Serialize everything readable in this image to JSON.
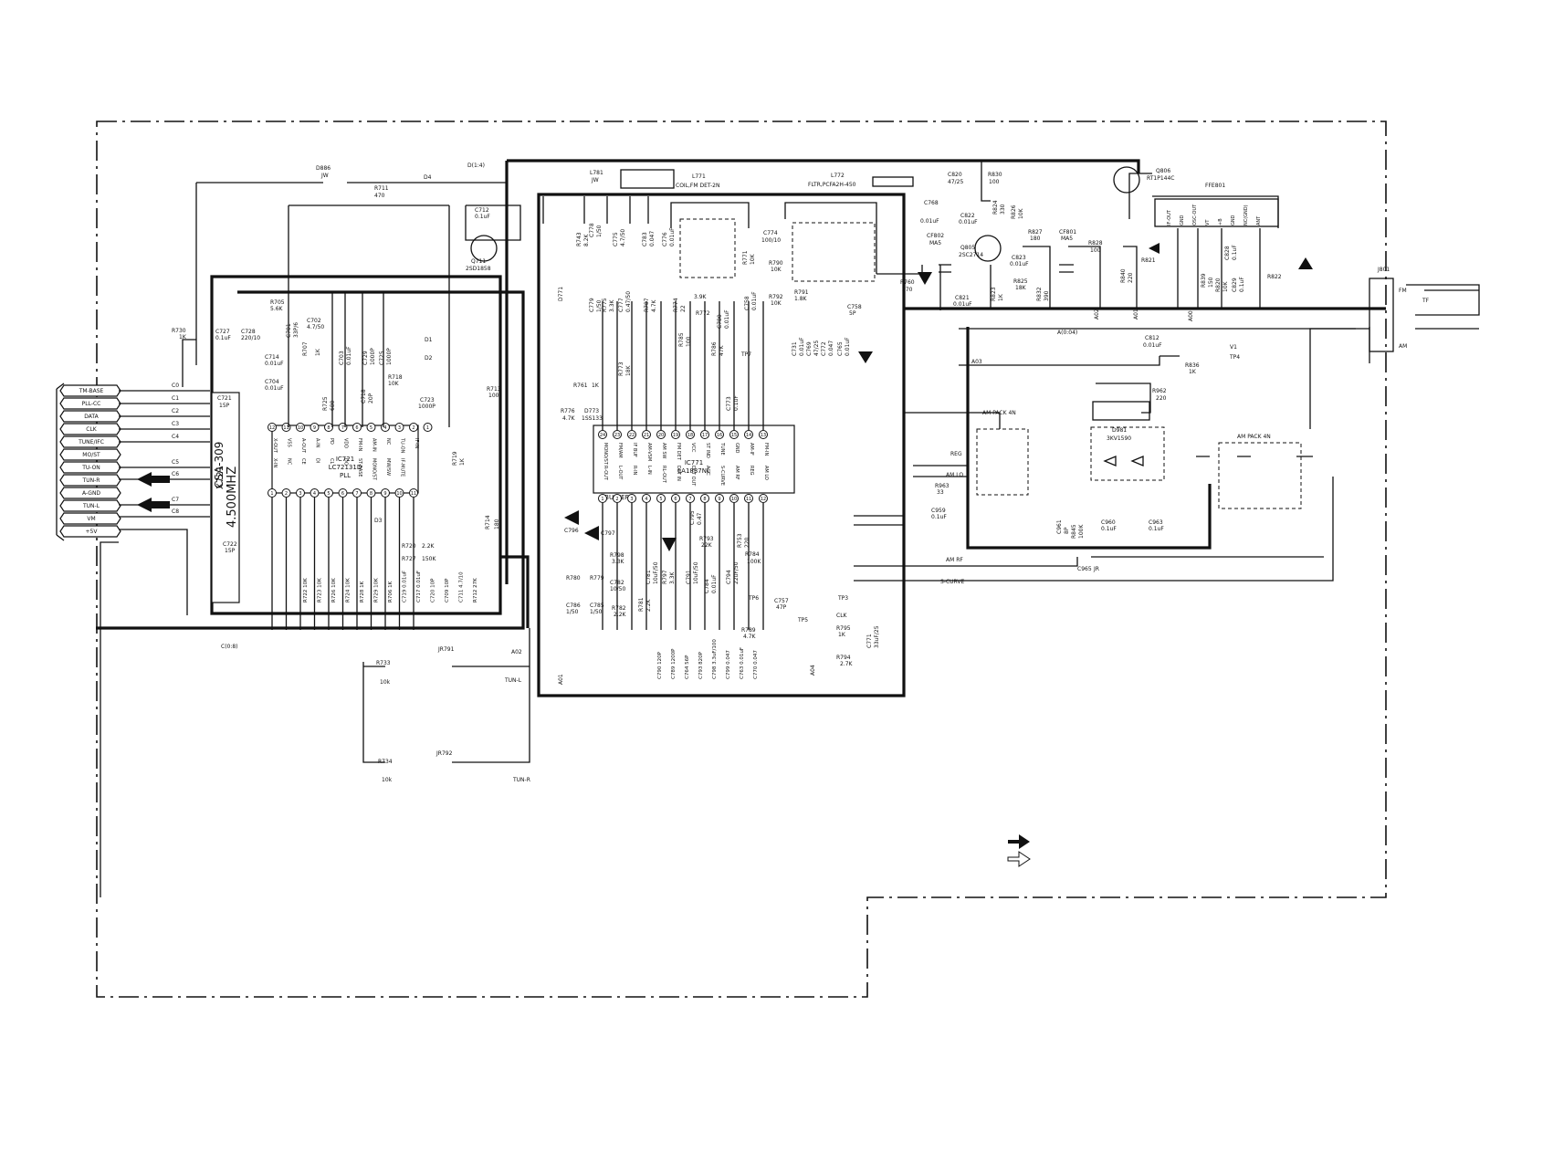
{
  "connector": {
    "pins": [
      "TM-BASE",
      "PLL-CC",
      "DATA",
      "CLK",
      "TUNE/IFC",
      "MO/ST",
      "TU-ON",
      "TUN-R",
      "A-GND",
      "TUN-L",
      "VM",
      "+5V"
    ],
    "nets": [
      "C0",
      "C1",
      "C2",
      "C3",
      "C4",
      "C5",
      "C6",
      "C7",
      "C8"
    ]
  },
  "ic721": {
    "ref": "IC721",
    "part": "LC72131D",
    "func": "PLL",
    "top_pins": [
      "12",
      "11",
      "10",
      "9",
      "8",
      "7",
      "6",
      "5",
      "4",
      "3",
      "2",
      "1"
    ],
    "top_labels": [
      "X-OUT",
      "VSS",
      "A-OUT",
      "A-IN",
      "PD",
      "VDD",
      "FM-IN",
      "AM-IN",
      "NC",
      "TU-ON",
      "IF-IN",
      ""
    ],
    "bottom_pins": [
      "1",
      "2",
      "3",
      "4",
      "5",
      "6",
      "7",
      "8",
      "9",
      "10",
      "11"
    ],
    "bottom_labels": [
      "X-IN",
      "NC",
      "CE",
      "DI",
      "CL",
      "DO",
      "ST-BASE",
      "MONO/ST",
      "MW/SW",
      "IF-MUTE",
      ""
    ]
  },
  "crystal": {
    "ref": "X721",
    "part": "CSA-309",
    "freq": "4.500MHZ"
  },
  "ic771": {
    "ref": "IC771",
    "part": "LA1837NL",
    "top_pins": [
      "24",
      "23",
      "22",
      "21",
      "20",
      "19",
      "18",
      "17",
      "16",
      "15",
      "14",
      "13"
    ],
    "top_labels": [
      "MONO/ST",
      "FM/AM",
      "IF BUF",
      "AM-VSM",
      "AM SW",
      "FM DET",
      "VCC",
      "ST IND",
      "TUNE",
      "GND",
      "AM-IF",
      "FM-IN"
    ],
    "bottom_pins": [
      "1",
      "2",
      "3",
      "4",
      "5",
      "6",
      "7",
      "8",
      "9",
      "10",
      "11",
      "12"
    ],
    "bottom_labels": [
      "R-OUT",
      "L-OUT",
      "R-IN",
      "L-IN",
      "RL-OUT",
      "DET IN",
      "DET OUT",
      "AGC",
      "S-CURVE",
      "AM RF",
      "REG",
      "AM LO"
    ],
    "buffers": "BUFFERS"
  },
  "parts": {
    "d886": "D886",
    "jw": "JW",
    "r711": "R711",
    "r711v": "470",
    "d14": "D(1:4)",
    "d4": "D4",
    "c712": "C712",
    "c712v": "0.1uF",
    "q711": "Q711",
    "q711p": "2SD1858",
    "r705": "R705",
    "r705v": "5.6K",
    "c702": "C702",
    "c702v": "4.7/50",
    "c701": "C701",
    "c701v": "33P/6",
    "r707": "R707",
    "r707v": "1K",
    "r730": "R730",
    "r730v": "1K",
    "c727": "C727",
    "c727v": "0.1uF",
    "c728": "C728",
    "c728v": "220/10",
    "c714": "C714",
    "c714v": "0.01uF",
    "c704": "C704",
    "c704v": "0.01uF",
    "c721": "C721",
    "c721v": "15P",
    "c722": "C722",
    "c722v": "15P",
    "r725": "R725",
    "r725v": "680",
    "c703": "C703",
    "c703v": "0.01uF",
    "c729": "C729",
    "c729v": "1000P",
    "c725": "C725",
    "c725v": "1000P",
    "c718": "C718",
    "c718v": "20P",
    "r718": "R718",
    "r718v": "10K",
    "c723": "C723",
    "c723v": "1000P",
    "r713": "R713",
    "r713v": "100",
    "r719": "R719",
    "r719v": "1K",
    "d1": "D1",
    "d2": "D2",
    "d3": "D3",
    "r714": "R714",
    "r714v": "180",
    "r720": "R720",
    "r720v": "2.2K",
    "r727": "R727",
    "r727v": "150K",
    "bottom_caps": [
      "R722 10K",
      "R723 10K",
      "R726 10K",
      "R724 10K",
      "R728 1K",
      "R729 10K",
      "R706 1K",
      "C719 0.01uF",
      "C717 0.01uF",
      "C720 10P",
      "C709 10P",
      "C711 4.7/10",
      "R712 27K"
    ],
    "c0_8": "C(0:8)",
    "a02": "A02",
    "tunl": "TUN-L",
    "tunr": "TUN-R",
    "r733": "R733",
    "r733v": "10k",
    "jr791": "JR791",
    "r734": "R734",
    "r734v": "10k",
    "jr792": "JR792",
    "l781": "L781",
    "l781v": "JW",
    "l771": "L771",
    "l771v": "COIL,FM DET-2N",
    "l772": "L772",
    "l772v": "FLTR,PCFA2H-450",
    "c768": "C768",
    "c768v": "0.01uF",
    "c820": "C820",
    "c820v": "47/25",
    "r830": "R830",
    "r830v": "100",
    "q806": "Q806",
    "q806p": "RT1P144C",
    "ffe801": "FFE801",
    "ffe_pins": [
      "IF-OUT",
      "GND",
      "OSC-OUT",
      "VT",
      "+B",
      "GND",
      "NC(GND)",
      "ANT"
    ],
    "r743": "R743",
    "r743v": "8.2K",
    "c778": "C778",
    "c778v": "1/50",
    "c775": "C775",
    "c775v": "4.7/50",
    "c783": "C783",
    "c783v": "0.047",
    "c776": "C776",
    "c776v": "0.01uF",
    "c774": "C774",
    "c774v": "100/10",
    "r771": "R771",
    "r771v": "10K",
    "r790": "R790",
    "r790v": "10K",
    "r791": "R791",
    "r791v": "1.8K",
    "r792": "R792",
    "r792v": "10K",
    "c779": "C779",
    "c779v": "1/50",
    "r775": "R775",
    "r775v": "3.3K",
    "c777": "C777",
    "c777v": "0.47/50",
    "r787": "R787",
    "r787v": "4.7K",
    "r774": "R774",
    "r774v": "22",
    "r772": "R772",
    "r772v": "3.9K",
    "c780": "C780",
    "c780v": "0.01uF",
    "c758": "C758",
    "c758v": "0.01uF",
    "c758b": "C758",
    "c758bv": "5P",
    "d771": "D771",
    "r773": "R773",
    "r773v": "18K",
    "r785": "R785",
    "r785v": "100",
    "r786": "R786",
    "r786v": "47K",
    "tp7": "TP7",
    "r761": "R761",
    "r761v": "1K",
    "r776": "R776",
    "r776v": "4.7K",
    "d773": "D773",
    "d773p": "1SS133",
    "c731": "C731",
    "c731v": "0.01uF",
    "c769": "C769",
    "c769v": "47/25",
    "c772": "C772",
    "c772v": "0.047",
    "c765": "C765",
    "c765v": "0.01uF",
    "c773": "C773",
    "c773v": "0.1uF",
    "c796": "C796",
    "c797": "C797",
    "r798": "R798",
    "r798v": "3.3K",
    "r780": "R780",
    "r779": "R779",
    "c782": "C782",
    "c782v": "10/50",
    "c786": "C786",
    "c786v": "1/50",
    "c785": "C785",
    "c785v": "1/50",
    "r782": "R782",
    "r782v": "2.2K",
    "r781": "R781",
    "r781v": "2.2K",
    "c781": "C781",
    "c781v": "10uF/50",
    "r797": "R797",
    "r797v": "3.3K",
    "r793": "R793",
    "r793v": "22K",
    "c791": "C791",
    "c791v": "10uF/50",
    "c784": "C784",
    "c784v": "0.01uF",
    "c794": "C794",
    "c794v": "22uF/50",
    "c795": "C795",
    "c795v": "0.47",
    "r753": "R753",
    "r753v": "220",
    "r784": "R784",
    "r784v": "100K",
    "tp6": "TP6",
    "c757": "C757",
    "c757v": "47P",
    "tp5": "TP5",
    "tp3": "TP3",
    "clk": "CLK",
    "r795": "R795",
    "r795v": "1K",
    "r789": "R789",
    "r789v": "4.7K",
    "r794": "R794",
    "r794v": "2.7K",
    "c771": "C771",
    "c771v": "33uF/25",
    "bot_row": [
      "C790 120P",
      "C789 1200P",
      "C764 56P",
      "C793 820P",
      "C798 3.3uF/100",
      "C799 0.047",
      "C763 0.01uF",
      "C770 0.047"
    ],
    "a01": "A01",
    "a04": "A04",
    "cf802": "CF802",
    "cf802v": "MA5",
    "r760": "R760",
    "r760v": "270",
    "c822": "C822",
    "c822v": "0.01uF",
    "q805": "Q805",
    "q805p": "2SC2714",
    "r824": "R824",
    "r824v": "330",
    "r826": "R826",
    "r826v": "10K",
    "r827": "R827",
    "r827v": "180",
    "cf801": "CF801",
    "cf801v": "MA5",
    "c823": "C823",
    "c823v": "0.01uF",
    "r825": "R825",
    "r825v": "18K",
    "c821": "C821",
    "c821v": "0.01uF",
    "r823": "R823",
    "r823v": "1K",
    "r832": "R832",
    "r832v": "390",
    "r828": "R828",
    "r828v": "100",
    "r821": "R821",
    "r840": "R840",
    "r840v": "220",
    "r839": "R839",
    "r839v": "150",
    "r820": "R820",
    "r820v": "10K",
    "c828": "C828",
    "c828v": "0.1uF",
    "c829": "C829",
    "c829v": "0.1uF",
    "r822": "R822",
    "a00": "A00",
    "j801": "J801",
    "fm": "FM",
    "am": "AM",
    "tf": "TF",
    "a0041": "A(0:04)",
    "c812": "C812",
    "c812v": "0.01uF",
    "tp4": "TP4",
    "v1": "V1",
    "r836": "R836",
    "r836v": "1K",
    "a03": "A03",
    "r962": "R962",
    "r962v": "220",
    "ampack1": "AM PACK 4N",
    "ampack2": "AM PACK 4N",
    "d981": "D981",
    "d981p": "3KV1590",
    "reg": "REG",
    "amlo": "AM LO",
    "r963": "R963",
    "r963v": "33",
    "c959": "C959",
    "c959v": "0.1uF",
    "c961": "C961",
    "c961v": "8P",
    "r845": "R845",
    "r845v": "100K",
    "c960": "C960",
    "c960v": "0.1uF",
    "c963": "C963",
    "c963v": "0.1uF",
    "amrf": "AM RF",
    "c965": "C965",
    "c965v": "JR",
    "scurve": "S-CURVE"
  }
}
